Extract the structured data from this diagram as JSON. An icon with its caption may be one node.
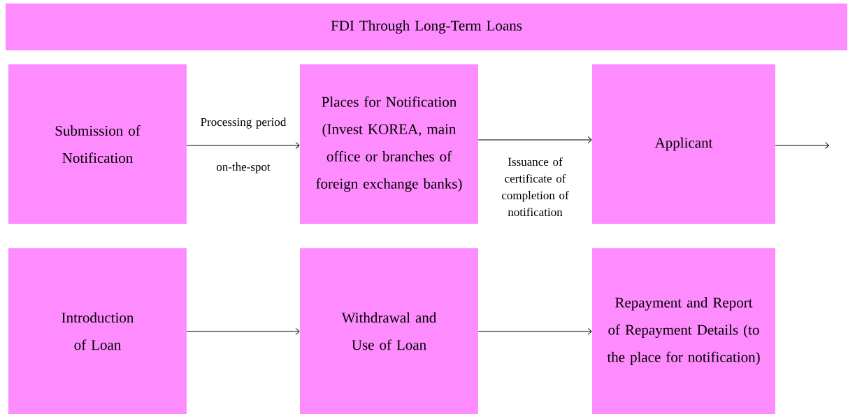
{
  "diagram": {
    "nodes": [
      {
        "text": [
          "FDI Through Long-Term Loans"
        ]
      },
      {
        "text": [
          "Submission of Notification"
        ]
      },
      {
        "text": [
          "Places for Notification (Invest KOREA, main office or branches of foreign exchange banks)"
        ]
      },
      {
        "text": [
          "Applicant"
        ]
      },
      {
        "text": [
          "Introduction of Loan"
        ]
      },
      {
        "text": [
          "Withdrawal and Use of Loan"
        ]
      },
      {
        "text": [
          "Repayment and Report of Repayment Details (to the place for notification)"
        ]
      }
    ],
    "edges": [
      {
        "from": 1,
        "to": 2,
        "arrow": "to",
        "label": "Processing period"
      },
      {
        "from": 2,
        "to": 3,
        "arrow": "to",
        "label": "Issuance of certificate of completion of notification"
      },
      {
        "from": 3,
        "to": null,
        "arrow": "to"
      },
      {
        "from": 4,
        "to": 5,
        "arrow": "to"
      },
      {
        "from": 5,
        "to": 6,
        "arrow": "to"
      }
    ],
    "labels": [
      "on-the-spot"
    ]
  }
}
